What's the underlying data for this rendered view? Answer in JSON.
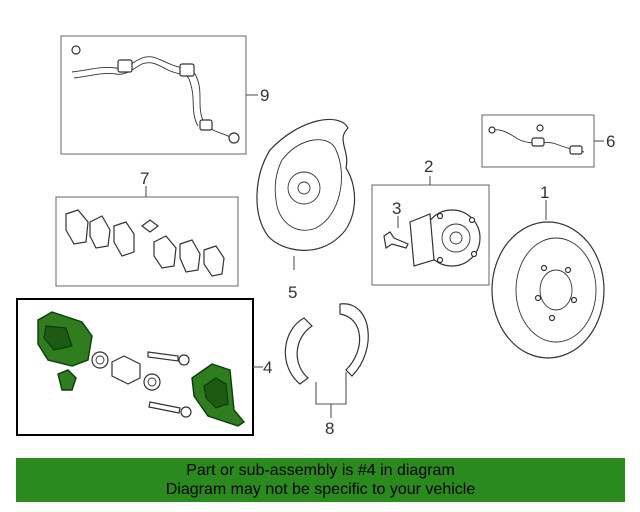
{
  "callouts": {
    "c1": "1",
    "c2": "2",
    "c3": "3",
    "c4": "4",
    "c5": "5",
    "c6": "6",
    "c7": "7",
    "c8": "8",
    "c9": "9"
  },
  "banner": {
    "line1": "Part or sub-assembly is #4 in diagram",
    "line2": "Diagram may not be specific to your vehicle"
  },
  "colors": {
    "banner_background": "#2b8a1e",
    "highlight_fill": "#2f7d1f",
    "highlight_box_border": "#000000"
  },
  "highlighted_part": "4"
}
